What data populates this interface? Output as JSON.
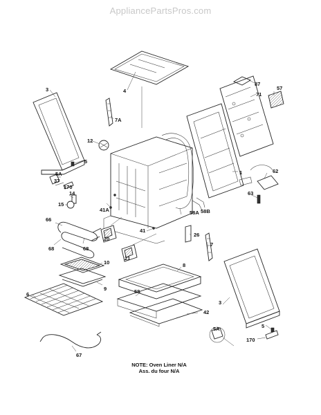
{
  "watermark": "AppliancePartsPros.com",
  "note": {
    "line1": "NOTE: Oven Liner N/A",
    "line2": "Ass. du four N/A"
  },
  "callouts": [
    "87",
    "57",
    "71",
    "4",
    "3",
    "7A",
    "12",
    "5",
    "5A",
    "37",
    "170",
    "14",
    "15",
    "1",
    "62",
    "63",
    "58A",
    "58B",
    "41A",
    "41",
    "66",
    "68",
    "68",
    "20",
    "21",
    "26",
    "7",
    "10",
    "9",
    "8",
    "6",
    "58",
    "42",
    "3",
    "5A",
    "5",
    "170",
    "67"
  ]
}
